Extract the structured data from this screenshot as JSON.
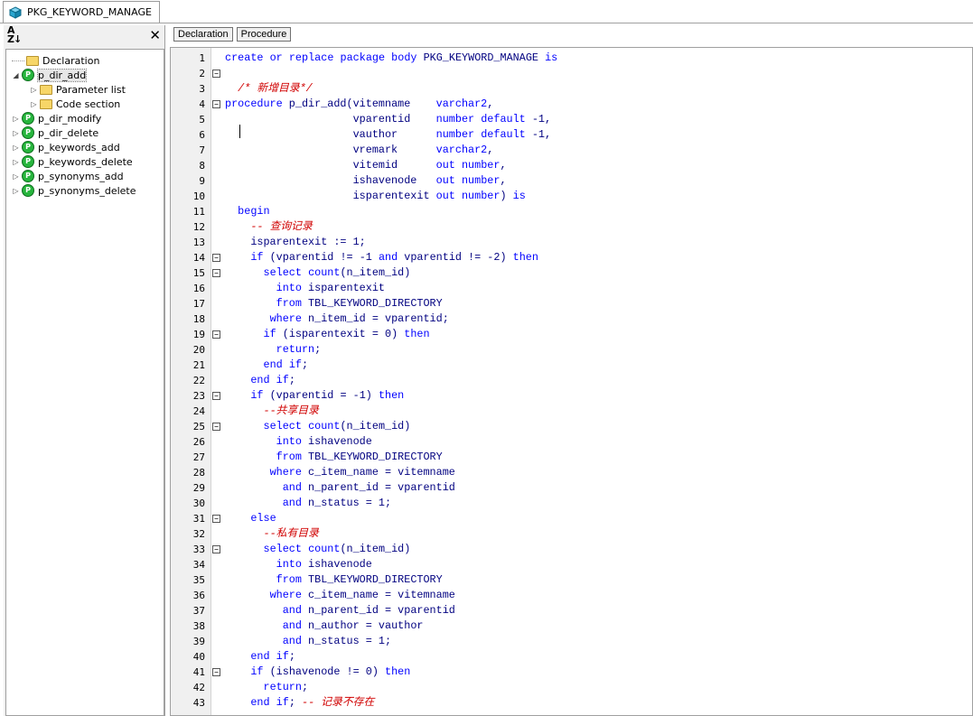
{
  "window": {
    "tab_title": "PKG_KEYWORD_MANAGE"
  },
  "left_panel": {
    "toolbar": {
      "sort_icon": "sort-az-icon",
      "close_icon": "close-icon"
    },
    "tree": [
      {
        "label": "Declaration",
        "icon": "folder-icon",
        "level": 0,
        "expanded": null
      },
      {
        "label": "p_dir_add",
        "icon": "procedure-icon",
        "level": 0,
        "expanded": true,
        "selected": true
      },
      {
        "label": "Parameter list",
        "icon": "folder-icon",
        "level": 1,
        "expanded": false
      },
      {
        "label": "Code section",
        "icon": "folder-icon",
        "level": 1,
        "expanded": false
      },
      {
        "label": "p_dir_modify",
        "icon": "procedure-icon",
        "level": 0,
        "expanded": false
      },
      {
        "label": "p_dir_delete",
        "icon": "procedure-icon",
        "level": 0,
        "expanded": false
      },
      {
        "label": "p_keywords_add",
        "icon": "procedure-icon",
        "level": 0,
        "expanded": false
      },
      {
        "label": "p_keywords_delete",
        "icon": "procedure-icon",
        "level": 0,
        "expanded": false
      },
      {
        "label": "p_synonyms_add",
        "icon": "procedure-icon",
        "level": 0,
        "expanded": false
      },
      {
        "label": "p_synonyms_delete",
        "icon": "procedure-icon",
        "level": 0,
        "expanded": false
      }
    ]
  },
  "editor": {
    "toolbar": {
      "declaration_label": "Declaration",
      "procedure_label": "Procedure"
    },
    "colors": {
      "keyword": "#0000ff",
      "identifier": "#000080",
      "comment": "#d00000"
    },
    "lines": [
      {
        "n": "1",
        "fold": false,
        "code": "create or replace package body PKG_KEYWORD_MANAGE is"
      },
      {
        "n": "2",
        "fold": true,
        "code": ""
      },
      {
        "n": "3",
        "fold": false,
        "code": "  /* 新增目录*/"
      },
      {
        "n": "4",
        "fold": true,
        "code": "procedure p_dir_add(vitemname    varchar2,"
      },
      {
        "n": "5",
        "fold": false,
        "code": "                    vparentid    number default -1,"
      },
      {
        "n": "6",
        "fold": false,
        "code": "                    vauthor      number default -1,"
      },
      {
        "n": "7",
        "fold": false,
        "code": "                    vremark      varchar2,"
      },
      {
        "n": "8",
        "fold": false,
        "code": "                    vitemid      out number,"
      },
      {
        "n": "9",
        "fold": false,
        "code": "                    ishavenode   out number,"
      },
      {
        "n": "10",
        "fold": false,
        "code": "                    isparentexit out number) is"
      },
      {
        "n": "11",
        "fold": false,
        "code": "  begin"
      },
      {
        "n": "12",
        "fold": false,
        "code": "    -- 查询记录"
      },
      {
        "n": "13",
        "fold": false,
        "code": "    isparentexit := 1;"
      },
      {
        "n": "14",
        "fold": true,
        "code": "    if (vparentid != -1 and vparentid != -2) then"
      },
      {
        "n": "15",
        "fold": true,
        "code": "      select count(n_item_id)"
      },
      {
        "n": "16",
        "fold": false,
        "code": "        into isparentexit"
      },
      {
        "n": "17",
        "fold": false,
        "code": "        from TBL_KEYWORD_DIRECTORY"
      },
      {
        "n": "18",
        "fold": false,
        "code": "       where n_item_id = vparentid;"
      },
      {
        "n": "19",
        "fold": true,
        "code": "      if (isparentexit = 0) then"
      },
      {
        "n": "20",
        "fold": false,
        "code": "        return;"
      },
      {
        "n": "21",
        "fold": false,
        "code": "      end if;"
      },
      {
        "n": "22",
        "fold": false,
        "code": "    end if;"
      },
      {
        "n": "23",
        "fold": true,
        "code": "    if (vparentid = -1) then"
      },
      {
        "n": "24",
        "fold": false,
        "code": "      --共享目录"
      },
      {
        "n": "25",
        "fold": true,
        "code": "      select count(n_item_id)"
      },
      {
        "n": "26",
        "fold": false,
        "code": "        into ishavenode"
      },
      {
        "n": "27",
        "fold": false,
        "code": "        from TBL_KEYWORD_DIRECTORY"
      },
      {
        "n": "28",
        "fold": false,
        "code": "       where c_item_name = vitemname"
      },
      {
        "n": "29",
        "fold": false,
        "code": "         and n_parent_id = vparentid"
      },
      {
        "n": "30",
        "fold": false,
        "code": "         and n_status = 1;"
      },
      {
        "n": "31",
        "fold": true,
        "code": "    else"
      },
      {
        "n": "32",
        "fold": false,
        "code": "      --私有目录"
      },
      {
        "n": "33",
        "fold": true,
        "code": "      select count(n_item_id)"
      },
      {
        "n": "34",
        "fold": false,
        "code": "        into ishavenode"
      },
      {
        "n": "35",
        "fold": false,
        "code": "        from TBL_KEYWORD_DIRECTORY"
      },
      {
        "n": "36",
        "fold": false,
        "code": "       where c_item_name = vitemname"
      },
      {
        "n": "37",
        "fold": false,
        "code": "         and n_parent_id = vparentid"
      },
      {
        "n": "38",
        "fold": false,
        "code": "         and n_author = vauthor"
      },
      {
        "n": "39",
        "fold": false,
        "code": "         and n_status = 1;"
      },
      {
        "n": "40",
        "fold": false,
        "code": "    end if;"
      },
      {
        "n": "41",
        "fold": true,
        "code": "    if (ishavenode != 0) then"
      },
      {
        "n": "42",
        "fold": false,
        "code": "      return;"
      },
      {
        "n": "43",
        "fold": false,
        "code": "    end if; -- 记录不存在"
      }
    ]
  }
}
